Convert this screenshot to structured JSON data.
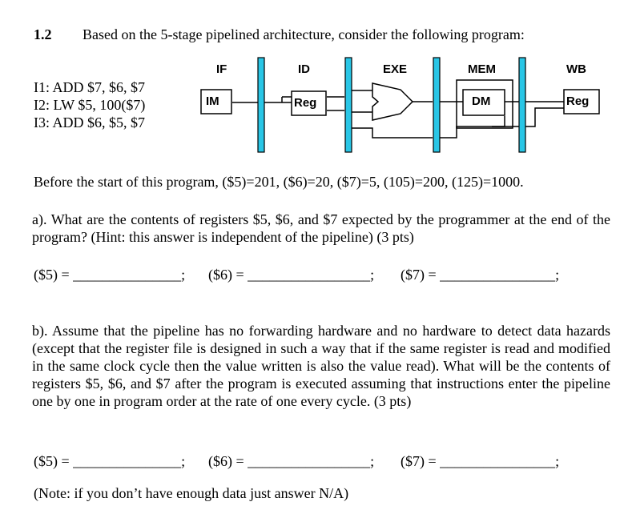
{
  "question": {
    "number": "1.2",
    "title": "Based on the 5-stage pipelined architecture, consider the following program:"
  },
  "program": [
    "I1: ADD $7, $6, $7",
    "I2: LW $5, 100($7)",
    "I3: ADD $6, $5, $7"
  ],
  "pipeline": {
    "stages": [
      "IF",
      "ID",
      "EXE",
      "MEM",
      "WB"
    ],
    "blocks": {
      "im": "IM",
      "reg_read": "Reg",
      "dm": "DM",
      "reg_write": "Reg"
    },
    "colors": {
      "latch": "#29c6e6",
      "stroke": "#000000"
    }
  },
  "initial_state": "Before the start of this program, ($5)=201, ($6)=20, ($7)=5, (105)=200, (125)=1000.",
  "part_a": {
    "text": "a). What are the contents of registers $5, $6, and $7 expected by the programmer at the end of the program? (Hint: this answer is independent of the pipeline) (3 pts)",
    "blanks": [
      {
        "label": "($5) = ",
        "line": "_______________",
        "end": ";"
      },
      {
        "label": "($6) = ",
        "line": "_________________",
        "end": ";"
      },
      {
        "label": "($7) = ",
        "line": "________________",
        "end": ";"
      }
    ]
  },
  "part_b": {
    "text": "b). Assume that the pipeline has no forwarding hardware and no hardware to detect data hazards (except that the register file is designed in such a way that if the same register is read and modified in the same clock cycle then the value written is also the value read). What will be the contents of registers $5, $6, and $7 after the program is executed assuming that instructions enter the pipeline one by one in program order at the rate of one every cycle. (3 pts)",
    "blanks": [
      {
        "label": "($5) = ",
        "line": "_______________",
        "end": ";"
      },
      {
        "label": "($6) = ",
        "line": "_________________",
        "end": ";"
      },
      {
        "label": "($7) = ",
        "line": "________________",
        "end": ";"
      }
    ]
  },
  "note": "(Note: if you don’t have enough data just answer N/A)"
}
